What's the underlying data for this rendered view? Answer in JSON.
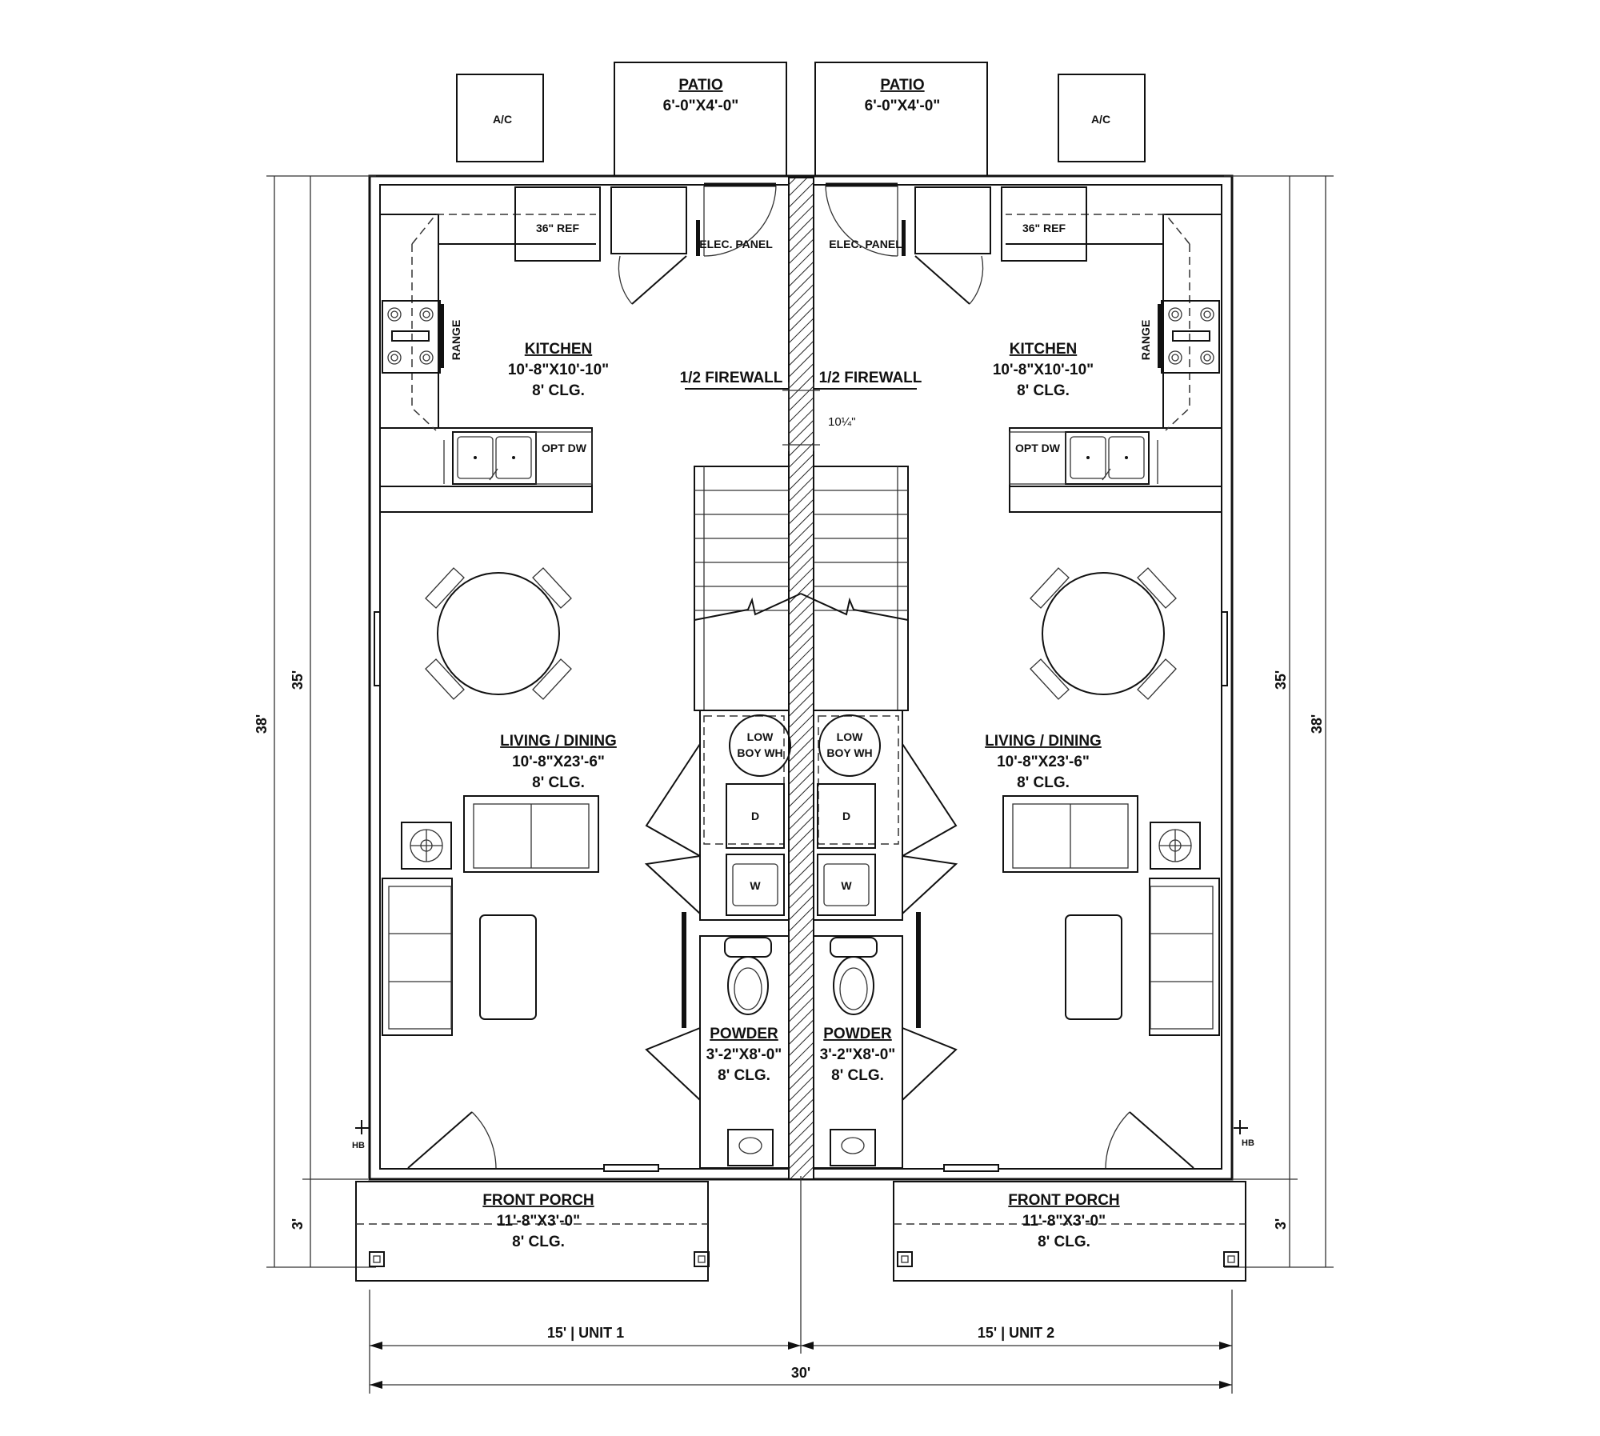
{
  "units": [
    {
      "patio": {
        "name": "PATIO",
        "size": "6'-0\"X4'-0\""
      },
      "ac": "A/C",
      "ref": "36\" REF",
      "elec_panel": "ELEC. PANEL",
      "range": "RANGE",
      "opt_dw": "OPT DW",
      "kitchen": {
        "name": "KITCHEN",
        "size": "10'-8\"X10'-10\"",
        "clg": "8' CLG."
      },
      "firewall": "1/2 FIREWALL",
      "living": {
        "name": "LIVING / DINING",
        "size": "10'-8\"X23'-6\"",
        "clg": "8' CLG."
      },
      "water_heater": [
        "LOW",
        "BOY WH"
      ],
      "dryer": "D",
      "washer": "W",
      "powder": {
        "name": "POWDER",
        "size": "3'-2\"X8'-0\"",
        "clg": "8' CLG."
      },
      "hose_bib": "HB",
      "porch": {
        "name": "FRONT PORCH",
        "size": "11'-8\"X3'-0\"",
        "clg": "8' CLG."
      },
      "width_label": "15' | UNIT 1"
    },
    {
      "patio": {
        "name": "PATIO",
        "size": "6'-0\"X4'-0\""
      },
      "ac": "A/C",
      "ref": "36\" REF",
      "elec_panel": "ELEC. PANEL",
      "range": "RANGE",
      "opt_dw": "OPT DW",
      "kitchen": {
        "name": "KITCHEN",
        "size": "10'-8\"X10'-10\"",
        "clg": "8' CLG."
      },
      "firewall": "1/2 FIREWALL",
      "living": {
        "name": "LIVING / DINING",
        "size": "10'-8\"X23'-6\"",
        "clg": "8' CLG."
      },
      "water_heater": [
        "LOW",
        "BOY WH"
      ],
      "dryer": "D",
      "washer": "W",
      "powder": {
        "name": "POWDER",
        "size": "3'-2\"X8'-0\"",
        "clg": "8' CLG."
      },
      "hose_bib": "HB",
      "porch": {
        "name": "FRONT PORCH",
        "size": "11'-8\"X3'-0\"",
        "clg": "8' CLG."
      },
      "width_label": "15' | UNIT 2"
    }
  ],
  "wall_dim": "10¼\"",
  "dims": {
    "overall_depth": "38'",
    "body_depth": "35'",
    "porch_depth": "3'",
    "overall_width": "30'"
  }
}
